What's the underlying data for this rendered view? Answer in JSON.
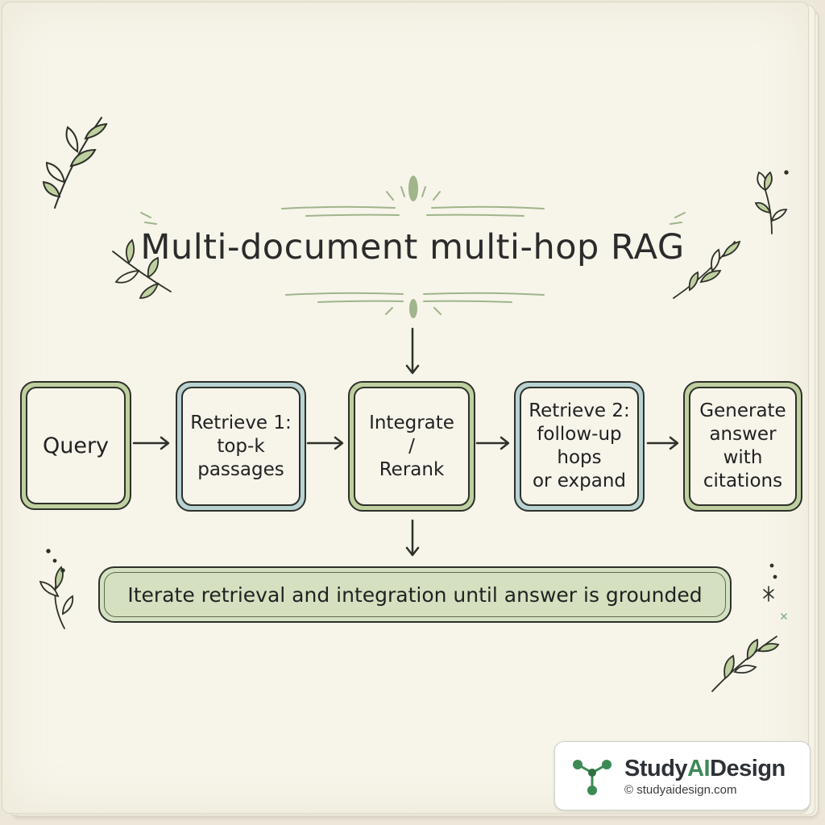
{
  "title": "Multi-document multi-hop RAG",
  "nodes": [
    {
      "id": "query",
      "label": "Query",
      "style": "green"
    },
    {
      "id": "retrieve1",
      "label": "Retrieve 1:\ntop-k\npassages",
      "style": "blue"
    },
    {
      "id": "integrate",
      "label": "Integrate\n/\nRerank",
      "style": "green"
    },
    {
      "id": "retrieve2",
      "label": "Retrieve 2:\nfollow-up\nhops\nor expand",
      "style": "blue"
    },
    {
      "id": "generate",
      "label": "Generate\nanswer\nwith\ncitations",
      "style": "green"
    }
  ],
  "loop_banner": "Iterate retrieval and integration until answer is grounded",
  "brand": {
    "name_part1": "Study",
    "name_part2": "AI",
    "name_part3": "Design",
    "url": "© studyaidesign.com"
  },
  "colors": {
    "green_border": "#bfcf9f",
    "blue_border": "#b9d3d3",
    "banner_fill": "#d4e0bf",
    "ink": "#2d3129",
    "brand_accent": "#3c8a54"
  }
}
